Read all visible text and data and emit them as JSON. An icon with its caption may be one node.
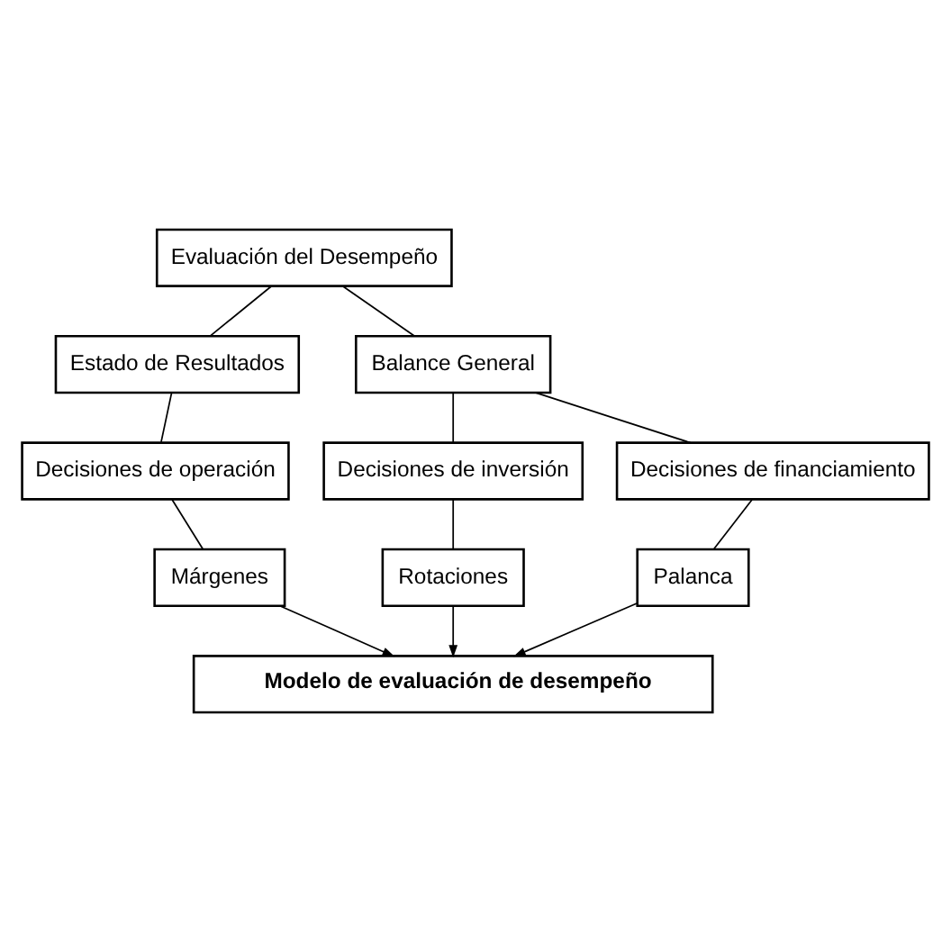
{
  "diagram": {
    "nodes": [
      {
        "text": [
          "Evaluación del Desempeño"
        ]
      },
      {
        "text": [
          "Estado de Resultados"
        ]
      },
      {
        "text": [
          "Balance General"
        ]
      },
      {
        "text": [
          "Decisiones de operación"
        ]
      },
      {
        "text": [
          "Decisiones de inversión"
        ]
      },
      {
        "text": [
          "Decisiones de financiamiento"
        ]
      },
      {
        "text": [
          "Márgenes"
        ]
      },
      {
        "text": [
          "Rotaciones"
        ]
      },
      {
        "text": [
          "Palanca"
        ]
      },
      {
        "text": [
          "Modelo de evaluación de desempeño"
        ]
      }
    ],
    "edges": [
      {
        "from": 0,
        "to": 1,
        "arrow": "none"
      },
      {
        "from": 0,
        "to": 2,
        "arrow": "none"
      },
      {
        "from": 1,
        "to": 3,
        "arrow": "none"
      },
      {
        "from": 2,
        "to": 4,
        "arrow": "none"
      },
      {
        "from": 2,
        "to": 5,
        "arrow": "none"
      },
      {
        "from": 3,
        "to": 6,
        "arrow": "none"
      },
      {
        "from": 4,
        "to": 7,
        "arrow": "none"
      },
      {
        "from": 5,
        "to": 8,
        "arrow": "none"
      },
      {
        "from": 6,
        "to": 9,
        "arrow": "to"
      },
      {
        "from": 7,
        "to": 9,
        "arrow": "to"
      },
      {
        "from": 8,
        "to": 9,
        "arrow": "to"
      }
    ]
  }
}
